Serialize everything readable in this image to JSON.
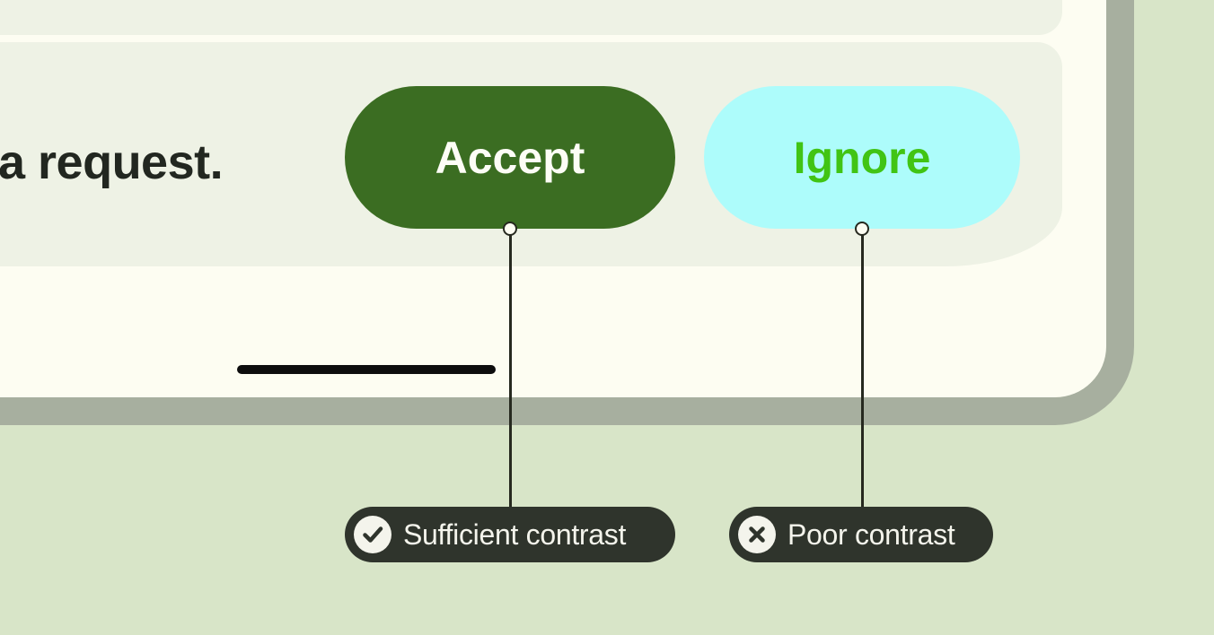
{
  "colors": {
    "background": "#d8e5c8",
    "device_frame": "#a7af9f",
    "screen_surface": "#fdfdf2",
    "card_surface": "#eef2e5",
    "accept_button_bg": "#3b6d22",
    "accept_button_text": "#fdfdf6",
    "ignore_button_bg": "#adfcfb",
    "ignore_button_text": "#41c414",
    "callout_bg": "#2f342c",
    "callout_text": "#f4f4ec",
    "connector": "#26291f"
  },
  "screen": {
    "message_text": "a request.",
    "accept_button_label": "Accept",
    "ignore_button_label": "Ignore"
  },
  "callouts": {
    "accept": {
      "label": "Sufficient contrast",
      "icon": "check-circle"
    },
    "ignore": {
      "label": "Poor contrast",
      "icon": "x-circle"
    }
  }
}
